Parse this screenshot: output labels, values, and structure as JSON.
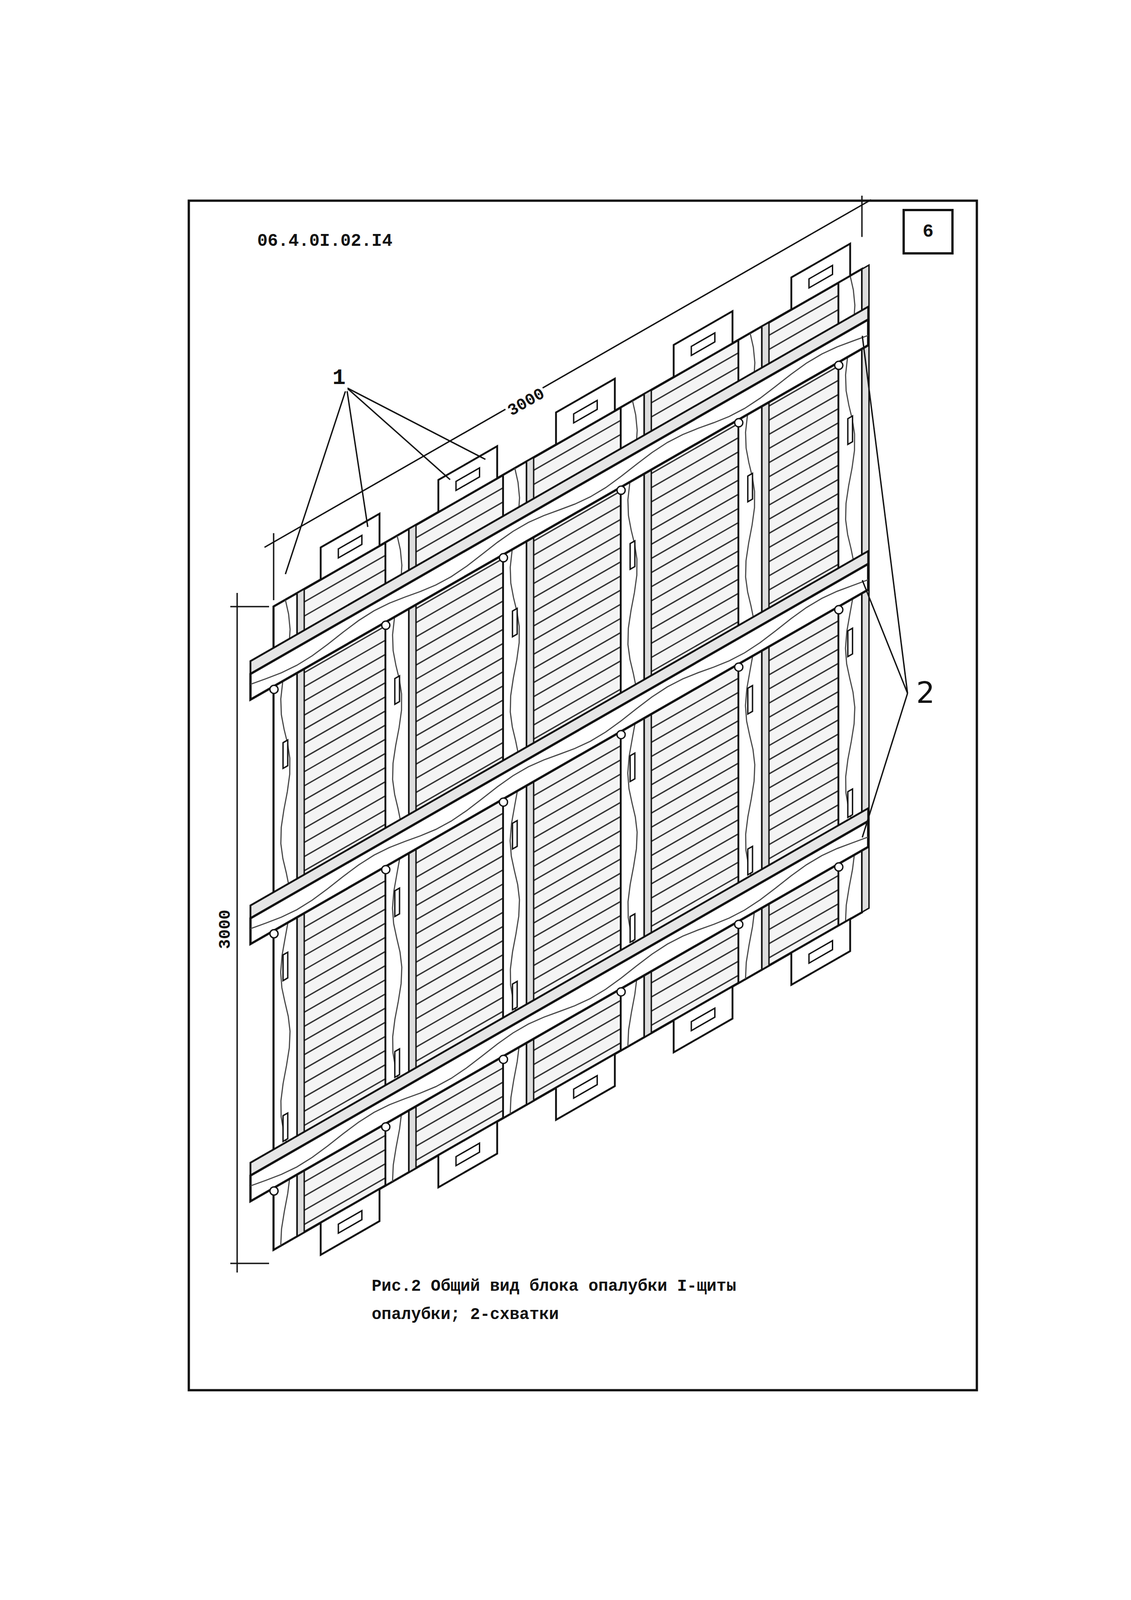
{
  "diagram": {
    "caption": "Рис.2 Общий вид блока опалубки I-щиты опалубки; 2-схватки",
    "nodes": [
      {
        "text": [
          "6"
        ]
      }
    ],
    "edges": [],
    "labels": [
      "06.4.0I.02.I4",
      "3000",
      "3000",
      "1",
      "2"
    ]
  }
}
